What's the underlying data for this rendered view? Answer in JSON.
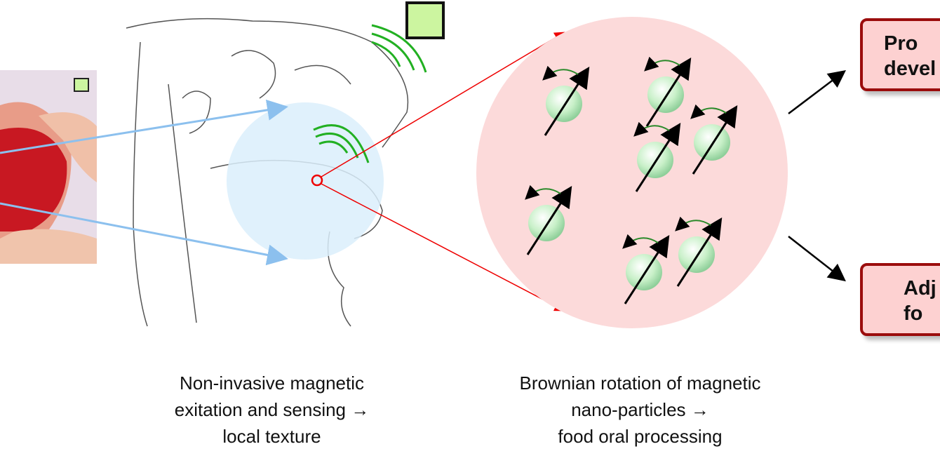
{
  "captions": {
    "left": "Non-invasive magnetic\nexitation and sensing →\nlocal texture",
    "middle": "Brownian rotation of magnetic\nnano-particles →\nfood oral processing"
  },
  "boxes": {
    "top": "Pro\ndevel",
    "bottom": "Adj\nfo"
  },
  "colors": {
    "box_fill": "#fdd1d1",
    "box_border": "#9b0d0d",
    "circle_fill": "#fcdada",
    "sense_fill": "#daeefc",
    "wave": "#22b022",
    "sensor": "#ccf5a0"
  }
}
